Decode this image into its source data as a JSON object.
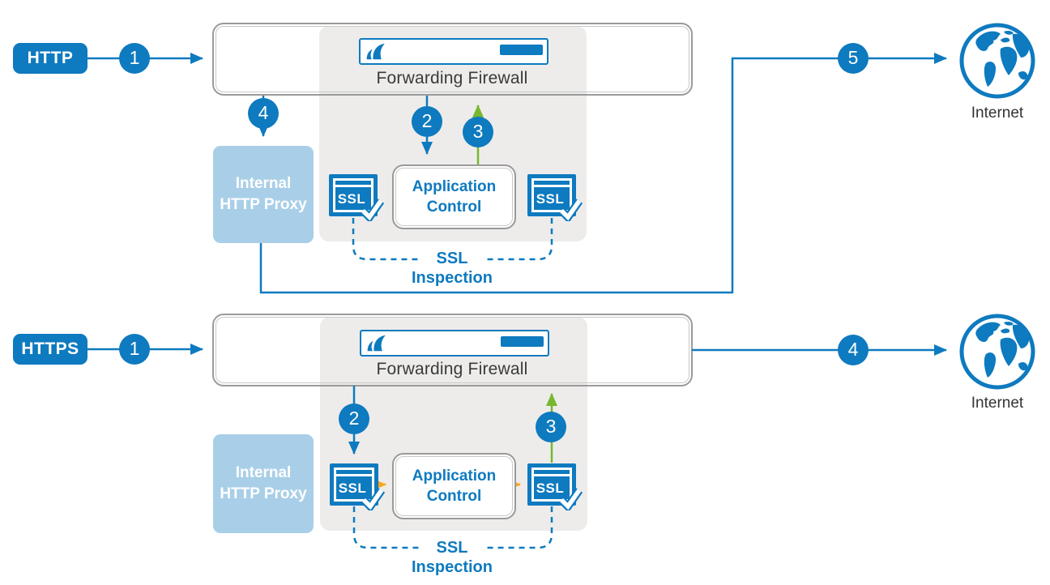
{
  "colors": {
    "primary_blue": "#0e7abf",
    "light_blue_proxy": "#a9cfe8",
    "green_arrow": "#76b82e",
    "orange_arrow": "#f9a51f",
    "zone_panel_gray": "#edeceb",
    "box_border_gray": "#9a9a9a",
    "dark_text": "#3a3a3a"
  },
  "top": {
    "protocol": "HTTP",
    "steps": {
      "s1": "1",
      "s2": "2",
      "s3": "3",
      "s4": "4",
      "s5": "5"
    },
    "firewall": "Forwarding Firewall",
    "proxy1": "Internal",
    "proxy2": "HTTP Proxy",
    "app1": "Application",
    "app2": "Control",
    "ssl_left": "SSL",
    "ssl_right": "SSL",
    "insp1": "SSL",
    "insp2": "Inspection",
    "internet": "Internet"
  },
  "bottom": {
    "protocol": "HTTPS",
    "steps": {
      "s1": "1",
      "s2": "2",
      "s3": "3",
      "s4": "4"
    },
    "firewall": "Forwarding Firewall",
    "proxy1": "Internal",
    "proxy2": "HTTP Proxy",
    "app1": "Application",
    "app2": "Control",
    "ssl_left": "SSL",
    "ssl_right": "SSL",
    "insp1": "SSL",
    "insp2": "Inspection",
    "internet": "Internet"
  }
}
